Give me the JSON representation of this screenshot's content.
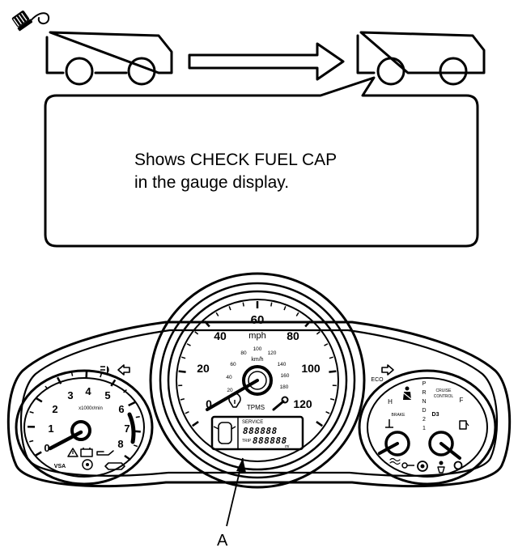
{
  "callout": {
    "line1": "Shows CHECK FUEL CAP",
    "line2": "in the gauge display."
  },
  "label": "A",
  "speedometer": {
    "mph_label": "mph",
    "kmh_label": "km/h",
    "mph_ticks": [
      "0",
      "20",
      "40",
      "60",
      "80",
      "100",
      "120"
    ],
    "kmh_ticks": [
      "20",
      "40",
      "60",
      "80",
      "100",
      "120",
      "140",
      "160",
      "180"
    ],
    "tpms_label": "TPMS"
  },
  "display": {
    "service_label": "SERVICE",
    "odometer": "888888",
    "trip": "888888",
    "trip_label": "TRIP",
    "bottom_label": "mi"
  },
  "tachometer": {
    "ticks": [
      "0",
      "1",
      "2",
      "3",
      "4",
      "5",
      "6",
      "7",
      "8"
    ],
    "unit_label": "x1000r/min",
    "vsa_label": "VSA"
  },
  "right_cluster": {
    "gear_letters": [
      "P",
      "R",
      "N",
      "D",
      "2",
      "1"
    ],
    "d3_label": "D3",
    "cruise_label_1": "CRUISE",
    "cruise_label_2": "CONTROL",
    "brake_label": "BRAKE",
    "fuel_h": "H",
    "fuel_f": "F",
    "eco_label": "ECO"
  },
  "icons": [
    "fuel-cap-icon",
    "car-icon",
    "arrow-right-icon",
    "headlight-icon",
    "turn-left-icon",
    "turn-right-icon",
    "tpms-icon",
    "wrench-icon",
    "seatbelt-icon",
    "airbag-icon",
    "oil-icon",
    "battery-icon",
    "warning-icon",
    "check-engine-icon",
    "low-fuel-icon",
    "key-icon"
  ]
}
